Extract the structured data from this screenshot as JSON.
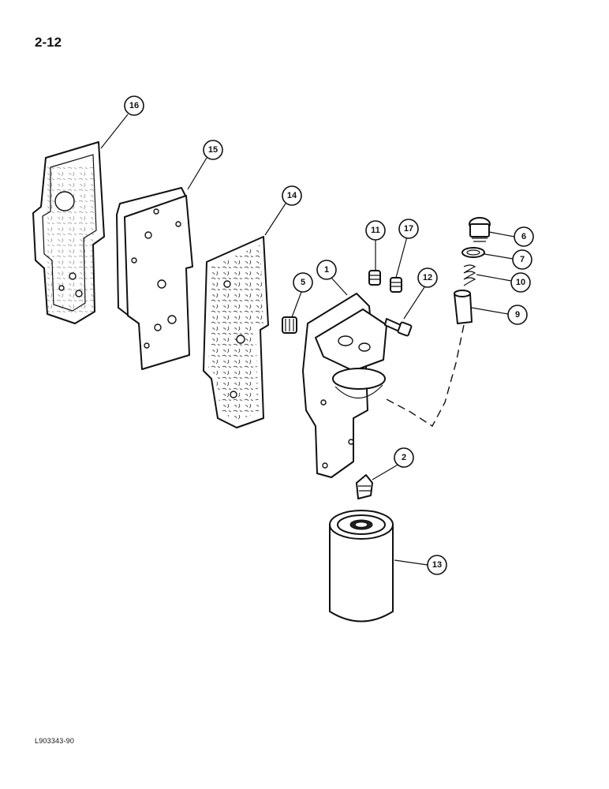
{
  "page": {
    "number": "2-12",
    "figure_code": "L903343-90"
  },
  "callouts": [
    {
      "id": "callout-16",
      "label": "16"
    },
    {
      "id": "callout-15",
      "label": "15"
    },
    {
      "id": "callout-14",
      "label": "14"
    },
    {
      "id": "callout-11",
      "label": "11"
    },
    {
      "id": "callout-17",
      "label": "17"
    },
    {
      "id": "callout-6",
      "label": "6"
    },
    {
      "id": "callout-7",
      "label": "7"
    },
    {
      "id": "callout-10",
      "label": "10"
    },
    {
      "id": "callout-9",
      "label": "9"
    },
    {
      "id": "callout-12",
      "label": "12"
    },
    {
      "id": "callout-1",
      "label": "1"
    },
    {
      "id": "callout-5",
      "label": "5"
    },
    {
      "id": "callout-2",
      "label": "2"
    },
    {
      "id": "callout-13",
      "label": "13"
    }
  ]
}
